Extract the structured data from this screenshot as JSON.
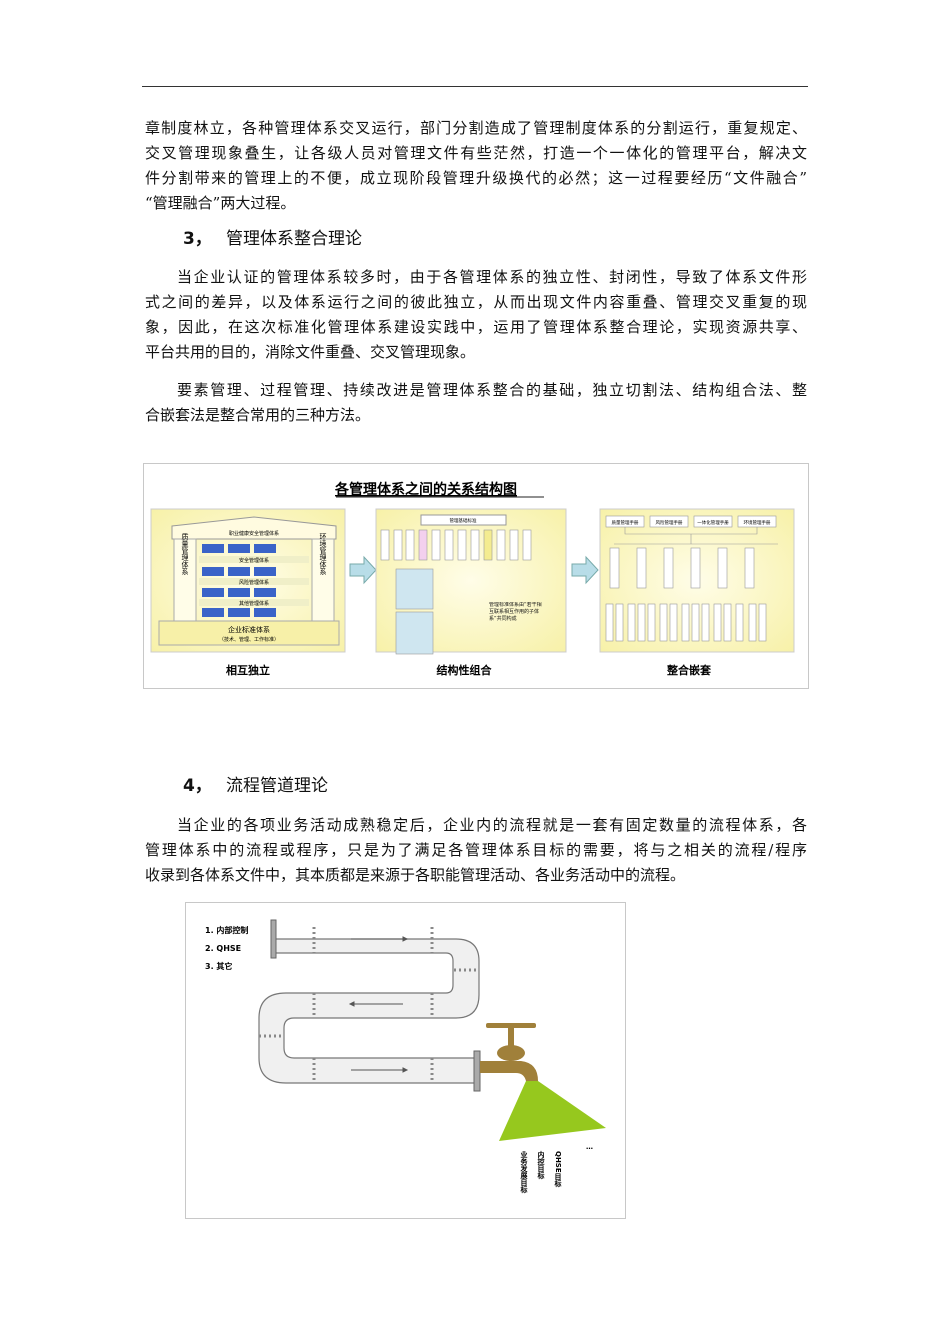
{
  "paragraphs": [
    {
      "lines": [
        "章制度林立，各种管理体系交叉运行，部门分割造成了管理制度体系的分割运行，重复规定、",
        "交叉管理现象叠生，让各级人员对管理文件有些茫然，打造一个一体化的管理平台，解决文",
        "件分割带来的管理上的不便，成立现阶段管理升级换代的必然；这一过程要经历“文件融合”",
        "“管理融合”两大过程。"
      ]
    },
    {
      "lines": [
        "当企业认证的管理体系较多时，由于各管理体系的独立性、封闭性，导致了体系文件形",
        "式之间的差异，以及体系运行之间的彼此独立，从而出现文件内容重叠、管理交叉重复的现",
        "象，因此，在这次标准化管理体系建设实践中，运用了管理体系整合理论，实现资源共享、",
        "平台共用的目的，消除文件重叠、交叉管理现象。"
      ]
    },
    {
      "lines": [
        "要素管理、过程管理、持续改进是管理体系整合的基础，独立切割法、结构组合法、整",
        "合嵌套法是整合常用的三种方法。"
      ]
    },
    {
      "lines": [
        "当企业的各项业务活动成熟稳定后，企业内的流程就是一套有固定数量的流程体系，各",
        "管理体系中的流程或程序，只是为了满足各管理体系目标的需要，将与之相关的流程/程序",
        "收录到各体系文件中，其本质都是来源于各职能管理活动、各业务活动中的流程。"
      ]
    }
  ],
  "headings": [
    {
      "num": "3，",
      "title": "管理体系整合理论"
    },
    {
      "num": "4，",
      "title": "流程管道理论"
    }
  ],
  "figure1": {
    "title": "各管理体系之间的关系结构图",
    "panels": [
      "相互独立",
      "结构性组合",
      "整合嵌套"
    ],
    "left_panel": {
      "roof": "职业健康安全管理体系",
      "floors": [
        "安全管理体系",
        "风险管理体系",
        "其他管理体系"
      ],
      "left_pillar": "质量管理体系",
      "right_pillar": "环境管理体系",
      "base": "企业标准体系",
      "base_sub": "（技术、管理、工作标准）"
    },
    "middle_panel": {
      "top": "管理基础标准",
      "note": "管理标准体系由“若干相互联系相互作用的子体系”共同构成"
    },
    "right_panel": {
      "top": [
        "质量管理手册",
        "风险管理手册",
        "一体化管理手册",
        "环境管理手册"
      ]
    },
    "colors": {
      "panel": "#fbf8c4",
      "window": "#3a63c8",
      "arrow": "#b8dde8"
    }
  },
  "figure2": {
    "legend": [
      "1. 内部控制",
      "2. QHSE",
      "3. 其它"
    ],
    "outputs": [
      "业务发展目标",
      "内控目标",
      "QHSE目标",
      "…"
    ],
    "colors": {
      "spray": "#96c81e",
      "faucet": "#a0803a",
      "pipe": "#f0f0f0"
    }
  }
}
